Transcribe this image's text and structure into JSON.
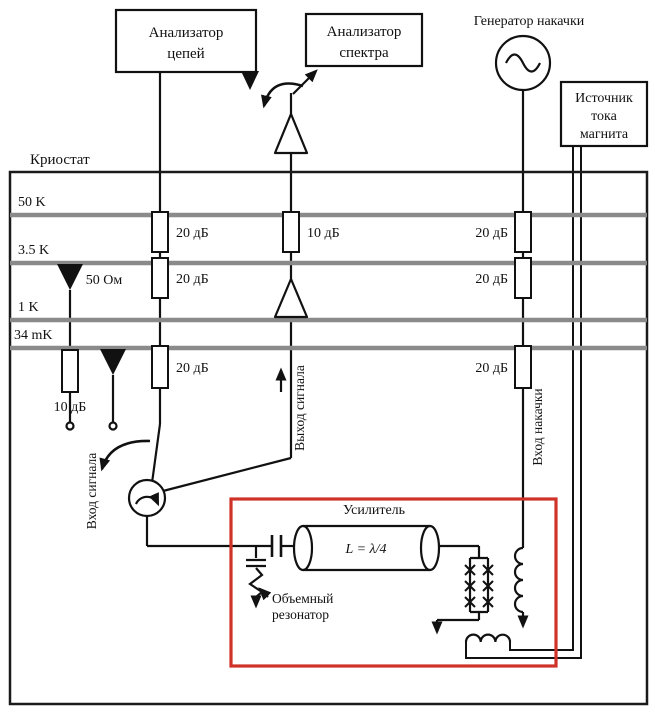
{
  "instruments": {
    "network_analyzer": {
      "line1": "Анализатор",
      "line2": "цепей"
    },
    "spectrum_analyzer": {
      "line1": "Анализатор",
      "line2": "спектра"
    },
    "pump_generator": "Генератор накачки",
    "magnet_source": {
      "line1": "Источник",
      "line2": "тока",
      "line3": "магнита"
    }
  },
  "cryostat": {
    "label": "Криостат",
    "stages": [
      "50 K",
      "3.5 K",
      "1 K",
      "34 mK"
    ]
  },
  "components": {
    "att_20db": "20 дБ",
    "att_10db": "10 дБ",
    "load_50ohm": "50 Ом",
    "amplifier_box": "Усилитель",
    "resonator_formula": "L = λ/4",
    "cavity_resonator": {
      "line1": "Объемный",
      "line2": "резонатор"
    }
  },
  "ports": {
    "signal_input": "Вход сигнала",
    "signal_output": "Выход сигнала",
    "pump_input": "Вход накачки"
  },
  "colors": {
    "amplifier_highlight": "#cf3327",
    "stage_line": "#8a8a8a",
    "wire": "#111111"
  }
}
